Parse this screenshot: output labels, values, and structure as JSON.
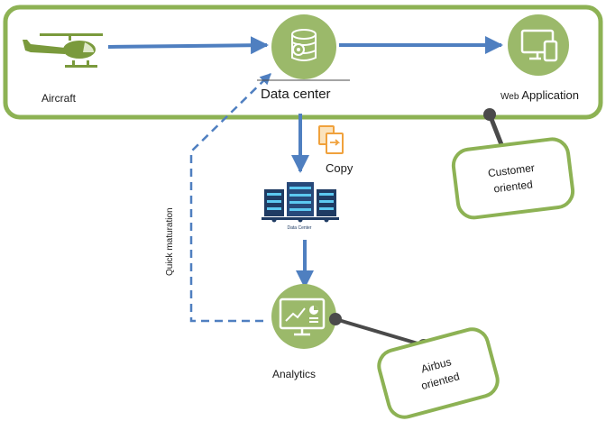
{
  "nodes": {
    "aircraft": {
      "label": "Aircraft"
    },
    "data_center": {
      "label": "Data center"
    },
    "web_application": {
      "label_prefix": "Web",
      "label": "Application"
    },
    "copy": {
      "label": "Copy"
    },
    "data_center_servers": {
      "caption": "Data Center"
    },
    "analytics": {
      "label": "Analytics"
    }
  },
  "callouts": {
    "customer": {
      "line1": "Customer",
      "line2": "oriented"
    },
    "airbus": {
      "line1": "Airbus",
      "line2": "oriented"
    }
  },
  "edges": {
    "quick_maturation": {
      "label": "Quick maturation"
    }
  },
  "colors": {
    "green_border": "#8db254",
    "green_circle": "#9bb96a",
    "arrow_blue": "#4f7fc0",
    "connector_gray": "#4a4a4a",
    "copy_orange": "#f0a13c"
  },
  "icons": {
    "aircraft": "helicopter-icon",
    "data_center": "database-gear-icon",
    "web_application": "devices-icon",
    "copy": "copy-document-icon",
    "data_center_servers": "server-rack-icon",
    "analytics": "monitor-chart-icon"
  }
}
